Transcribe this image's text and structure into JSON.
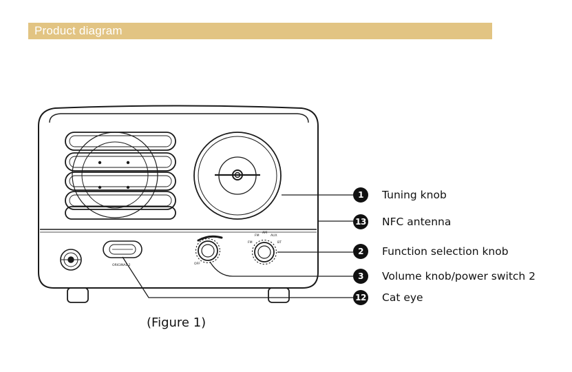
{
  "header": {
    "title": "Product diagram",
    "color": "#e2c483"
  },
  "device": {
    "function_labels": [
      "FM",
      "AM",
      "AUX",
      "FM",
      "BT"
    ],
    "off_label": "OFF",
    "logo_text": "ORIGINAL 2"
  },
  "callouts": [
    {
      "number": "1",
      "label": "Tuning knob"
    },
    {
      "number": "13",
      "label": "NFC antenna"
    },
    {
      "number": "2",
      "label": "Function selection knob"
    },
    {
      "number": "3",
      "label": "Volume knob/power switch 2"
    },
    {
      "number": "12",
      "label": "Cat eye"
    }
  ],
  "caption": "(Figure 1)"
}
